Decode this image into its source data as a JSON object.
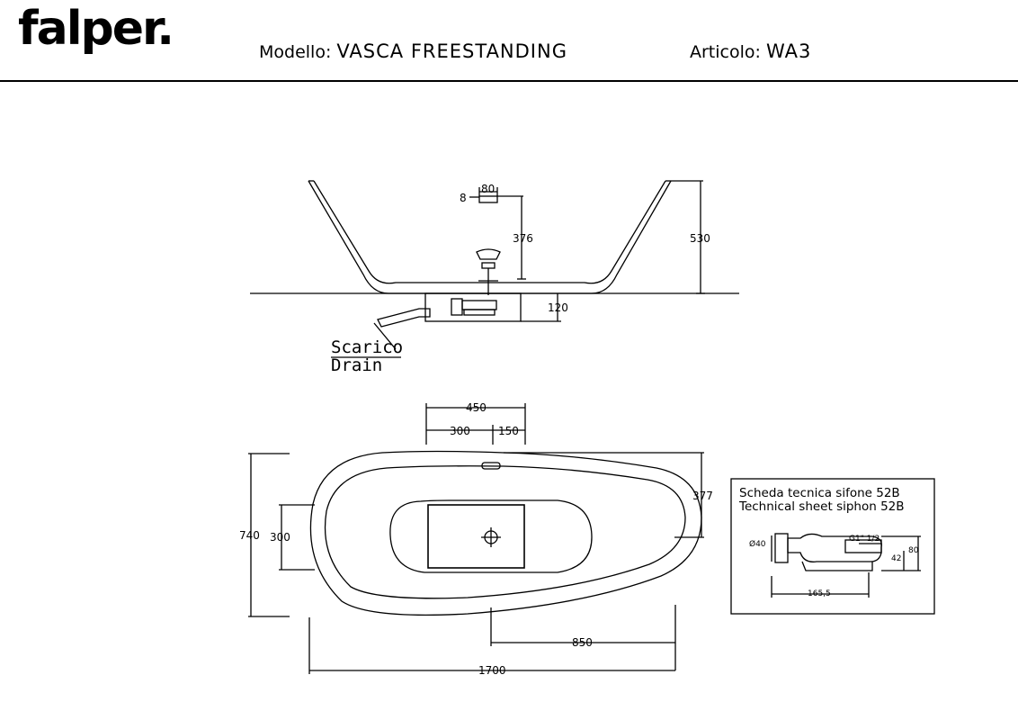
{
  "header": {
    "logo": "falper.",
    "model_label": "Modello:",
    "model_value": "VASCA  FREESTANDING",
    "article_label": "Articolo:",
    "article_value": "WA3"
  },
  "elevation": {
    "dims": {
      "overflow_width": "80",
      "overflow_offset": "8",
      "overflow_height": "376",
      "tub_height": "530",
      "base_height": "120"
    },
    "drain_label_it": "Scarico",
    "drain_label_en": "Drain"
  },
  "plan": {
    "dims": {
      "top_total": "450",
      "top_left": "300",
      "top_right": "150",
      "right_half": "377",
      "left_total": "740",
      "left_inner": "300",
      "bottom_offset": "850",
      "bottom_total": "1700"
    }
  },
  "siphon_sheet": {
    "title_it": "Scheda tecnica sifone 52B",
    "title_en": "Technical sheet siphon 52B",
    "dims": {
      "diameter": "Ø40",
      "thread": "G1\" 1/2",
      "height_total": "80",
      "height_inner": "42",
      "length": "165,5"
    }
  }
}
